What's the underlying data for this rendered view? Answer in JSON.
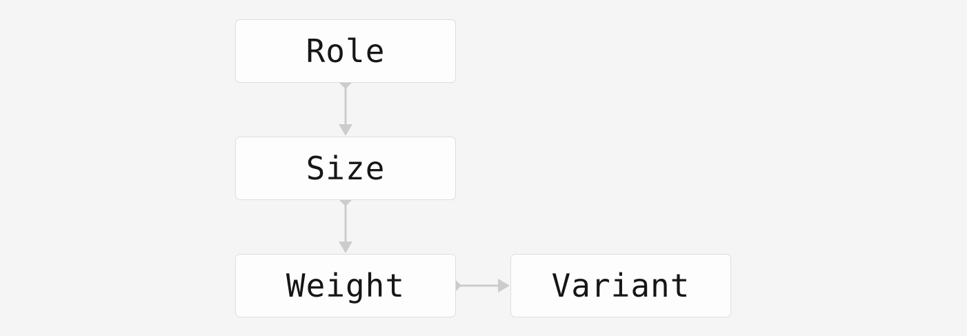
{
  "nodes": {
    "role": "Role",
    "size": "Size",
    "weight": "Weight",
    "variant": "Variant"
  },
  "edges": [
    {
      "from": "Role",
      "to": "Size"
    },
    {
      "from": "Size",
      "to": "Weight"
    },
    {
      "from": "Weight",
      "to": "Variant"
    }
  ],
  "colors": {
    "background": "#f5f5f5",
    "node_fill": "#fdfdfd",
    "node_border": "#dddddd",
    "connector": "#cccccc",
    "text": "#161616"
  }
}
